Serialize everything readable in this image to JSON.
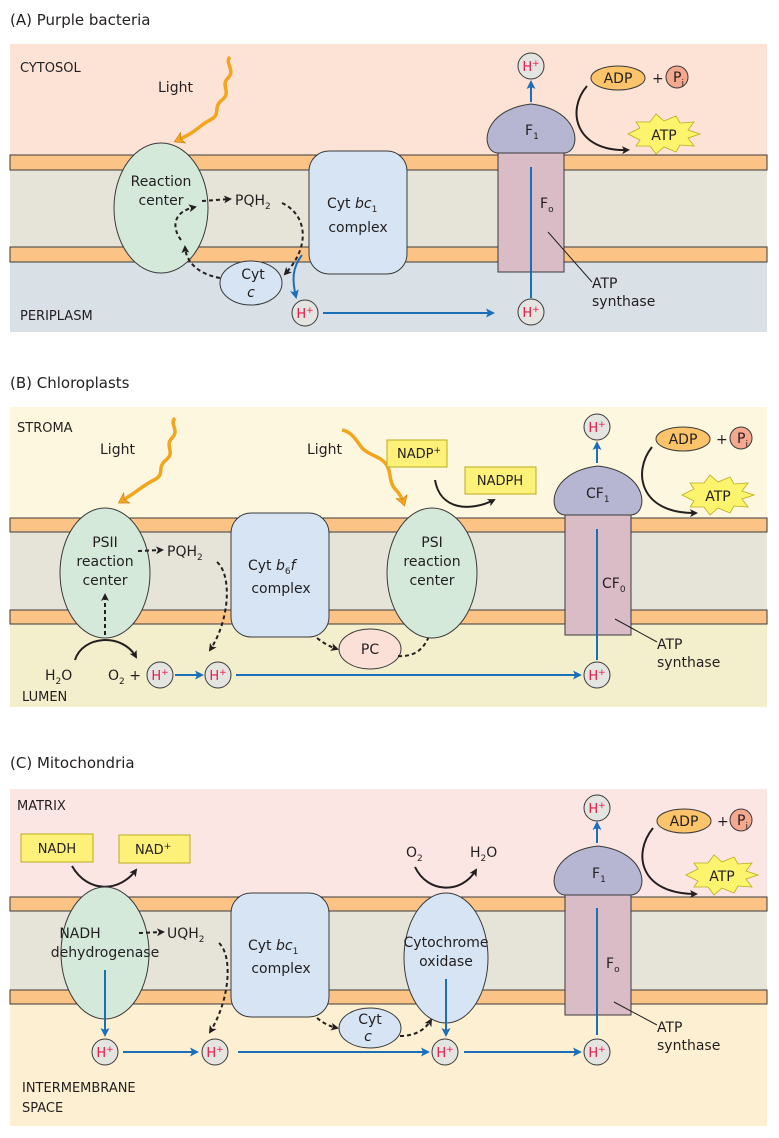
{
  "colors": {
    "membrane": "#fbc486",
    "membrane_core": "#e6e4d9",
    "reaction_center": "#d5e9db",
    "cyt_complex": "#d6e4f4",
    "f1_head": "#b6b6d2",
    "fo_stalk": "#d9bcc6",
    "proton_arrow": "#1b6fb8",
    "light_wave": "#f2a51f",
    "h_plus_text": "#e8194a",
    "adp": "#fbc46a",
    "pi": "#f5a890",
    "atp_burst": "#fdf46e",
    "nadp_box": "#fdf17a"
  },
  "panels": [
    {
      "id": "A",
      "title": "(A)  Purple bacteria",
      "top_region": "CYTOSOL",
      "bottom_region": "PERIPLASM",
      "top_color": "#fde3d6",
      "bottom_color": "#d9e0e6",
      "light": "Light",
      "reaction_center": [
        "Reaction",
        "center"
      ],
      "quinone": "PQH",
      "quinone_sub": "2",
      "cyt_complex": [
        "Cyt ",
        "bc",
        "1",
        "complex"
      ],
      "carrier": [
        "Cyt",
        "c"
      ],
      "f1": "F",
      "f1_sub": "1",
      "fo": "F",
      "fo_sub": "o",
      "atp_synthase": [
        "ATP",
        "synthase"
      ],
      "adp": "ADP",
      "plus": "+",
      "pi": "P",
      "pi_sub": "i",
      "atp": "ATP",
      "h_plus": "H",
      "h_sup": "+"
    },
    {
      "id": "B",
      "title": "(B)  Chloroplasts",
      "top_region": "STROMA",
      "bottom_region": "LUMEN",
      "top_color": "#fdf7df",
      "bottom_color": "#f3efcd",
      "light": "Light",
      "psii": [
        "PSII",
        "reaction",
        "center"
      ],
      "psi": [
        "PSI",
        "reaction",
        "center"
      ],
      "quinone": "PQH",
      "quinone_sub": "2",
      "cyt_complex": [
        "Cyt ",
        "b",
        "6",
        "f",
        "complex"
      ],
      "carrier": "PC",
      "water": "H",
      "water_sub": "2",
      "water_o": "O",
      "oxygen": "O",
      "oxygen_sub": "2",
      "plus": "+",
      "nadp": "NADP",
      "nadp_sup": "+",
      "nadph": "NADPH",
      "f1": "CF",
      "f1_sub": "1",
      "fo": "CF",
      "fo_sub": "0",
      "atp_synthase": [
        "ATP",
        "synthase"
      ],
      "adp": "ADP",
      "pi": "P",
      "pi_sub": "i",
      "atp": "ATP",
      "h_plus": "H",
      "h_sup": "+"
    },
    {
      "id": "C",
      "title": "(C)  Mitochondria",
      "top_region": "MATRIX",
      "bottom_region": [
        "INTERMEMBRANE",
        "SPACE"
      ],
      "top_color": "#fbe6e4",
      "bottom_color": "#fdf0d2",
      "nadh": "NADH",
      "nad": "NAD",
      "nad_sup": "+",
      "dehydrogenase": [
        "NADH",
        "dehydrogenase"
      ],
      "quinone": "UQH",
      "quinone_sub": "2",
      "cyt_complex": [
        "Cyt ",
        "bc",
        "1",
        "complex"
      ],
      "carrier": [
        "Cyt",
        "c"
      ],
      "oxidase": [
        "Cytochrome",
        "oxidase"
      ],
      "oxygen": "O",
      "oxygen_sub": "2",
      "water": "H",
      "water_sub": "2",
      "water_o": "O",
      "f1": "F",
      "f1_sub": "1",
      "fo": "F",
      "fo_sub": "o",
      "atp_synthase": [
        "ATP",
        "synthase"
      ],
      "adp": "ADP",
      "plus": "+",
      "pi": "P",
      "pi_sub": "i",
      "atp": "ATP",
      "h_plus": "H",
      "h_sup": "+"
    }
  ]
}
